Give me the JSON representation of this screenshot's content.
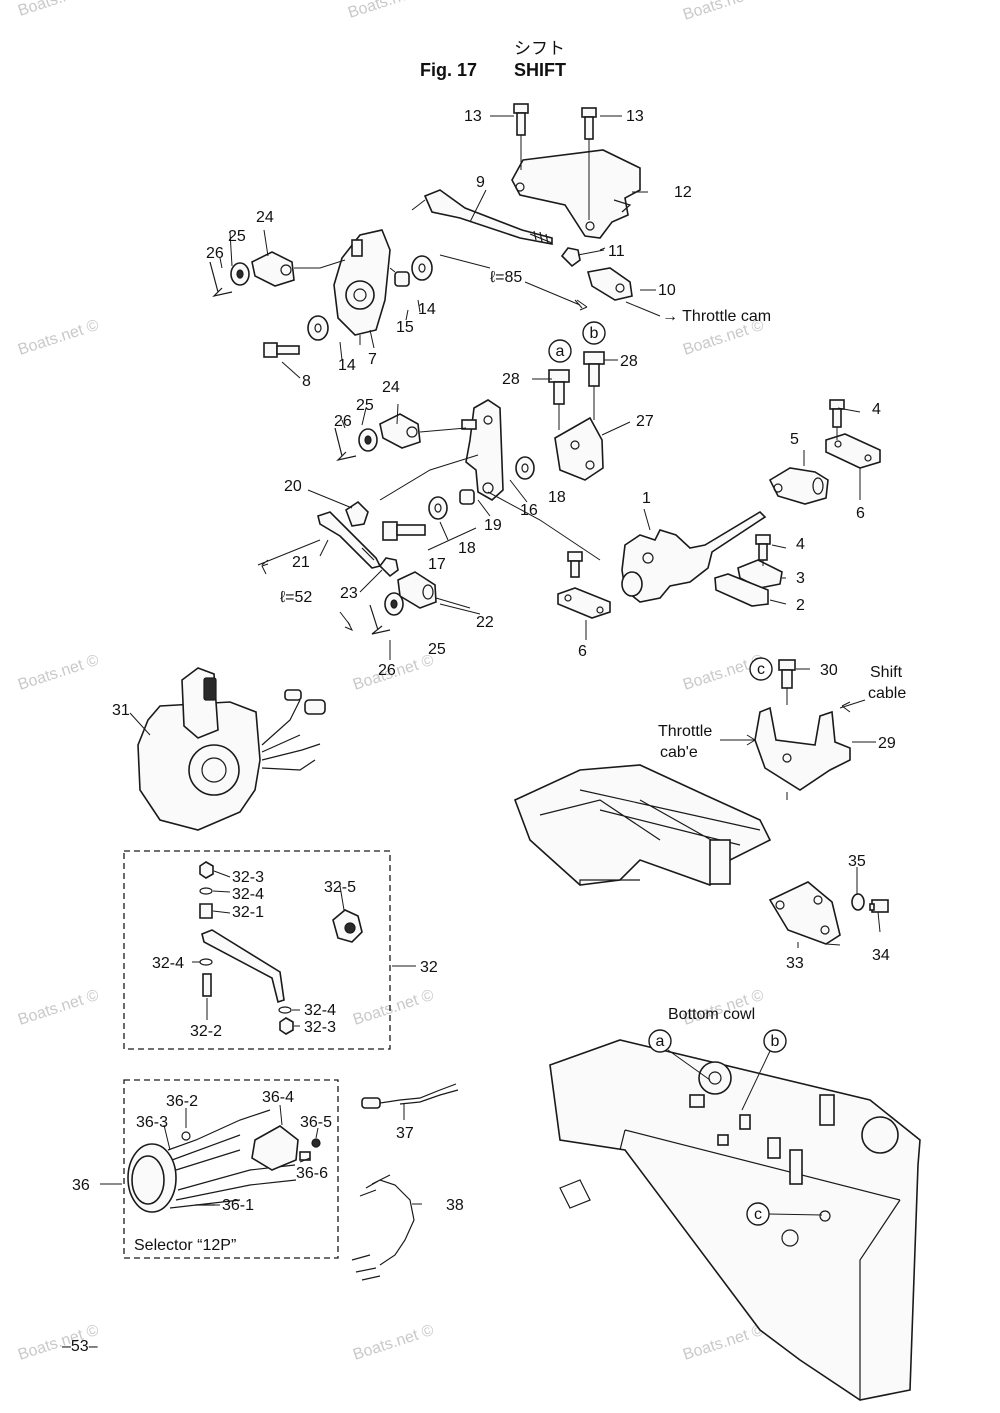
{
  "header": {
    "jp_title": "シフト",
    "fig_label": "Fig. 17",
    "title": "SHIFT"
  },
  "watermark": "Boats.net ©",
  "part_numbers": [
    "1",
    "2",
    "3",
    "4",
    "5",
    "6",
    "7",
    "8",
    "9",
    "10",
    "11",
    "12",
    "13",
    "14",
    "15",
    "16",
    "17",
    "18",
    "19",
    "20",
    "21",
    "22",
    "23",
    "24",
    "25",
    "26",
    "27",
    "28",
    "29",
    "30",
    "31",
    "32",
    "32-1",
    "32-2",
    "32-3",
    "32-4",
    "32-5",
    "33",
    "34",
    "35",
    "36",
    "36-1",
    "36-2",
    "36-3",
    "36-4",
    "36-5",
    "36-6",
    "37",
    "38"
  ],
  "labels": {
    "throttle_cam": "→ Throttle cam",
    "len85": "ℓ=85",
    "len52": "ℓ=52",
    "shift_cable_1": "Shift",
    "shift_cable_2": "cable",
    "throttle_cable_1": "Throttle",
    "throttle_cable_2": "cab'e",
    "bottom_cowl": "Bottom cowl",
    "selector": "Selector “12P”",
    "marker_a": "a",
    "marker_b": "b",
    "marker_c": "c",
    "page_number": "‒53‒"
  }
}
